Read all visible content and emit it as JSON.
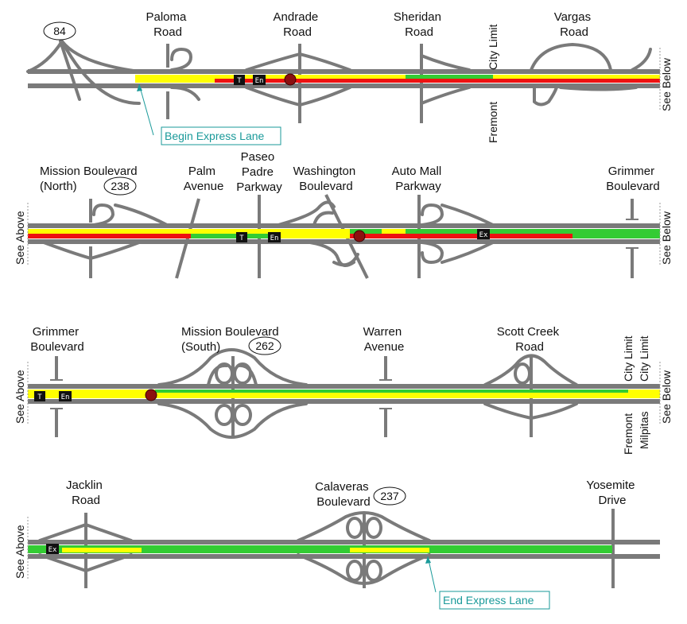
{
  "colors": {
    "road": "#7a7a7a",
    "yellow": "#ffff00",
    "green": "#33cc33",
    "red": "#ee1111",
    "incident": "#8b1010",
    "callout": "#1a9a9a"
  },
  "row1": {
    "labels": [
      {
        "lines": [
          "Paloma",
          "Road"
        ]
      },
      {
        "lines": [
          "Andrade",
          "Road"
        ]
      },
      {
        "lines": [
          "Sheridan",
          "Road"
        ]
      },
      {
        "lines": [
          "Vargas",
          "Road"
        ]
      }
    ],
    "shield": "84",
    "city_limit": "City Limit",
    "city_name": "Fremont",
    "see_below": "See Below",
    "callout": "Begin Express Lane",
    "tag_t": "T",
    "tag_en": "En"
  },
  "row2": {
    "labels": [
      {
        "lines": [
          "Mission Boulevard",
          "(North)"
        ]
      },
      {
        "lines": [
          "Palm",
          "Avenue"
        ]
      },
      {
        "lines": [
          "Paseo",
          "Padre",
          "Parkway"
        ]
      },
      {
        "lines": [
          "Washington",
          "Boulevard"
        ]
      },
      {
        "lines": [
          "Auto Mall",
          "Parkway"
        ]
      },
      {
        "lines": [
          "Grimmer",
          "Boulevard"
        ]
      }
    ],
    "shield": "238",
    "see_above": "See Above",
    "see_below": "See Below",
    "tag_t": "T",
    "tag_en": "En",
    "tag_ex": "Ex"
  },
  "row3": {
    "labels": [
      {
        "lines": [
          "Grimmer",
          "Boulevard"
        ]
      },
      {
        "lines": [
          "Mission Boulevard",
          "(South)"
        ]
      },
      {
        "lines": [
          "Warren",
          "Avenue"
        ]
      },
      {
        "lines": [
          "Scott Creek",
          "Road"
        ]
      }
    ],
    "shield": "262",
    "see_above": "See Above",
    "see_below": "See Below",
    "city_limit_1": "City Limit",
    "city_limit_2": "City Limit",
    "city_name_1": "Fremont",
    "city_name_2": "Milpitas",
    "tag_t": "T",
    "tag_en": "En"
  },
  "row4": {
    "labels": [
      {
        "lines": [
          "Jacklin",
          "Road"
        ]
      },
      {
        "lines": [
          "Calaveras",
          "Boulevard"
        ]
      },
      {
        "lines": [
          "Yosemite",
          "Drive"
        ]
      }
    ],
    "shield": "237",
    "see_above": "See Above",
    "callout": "End Express Lane",
    "tag_ex": "Ex"
  }
}
